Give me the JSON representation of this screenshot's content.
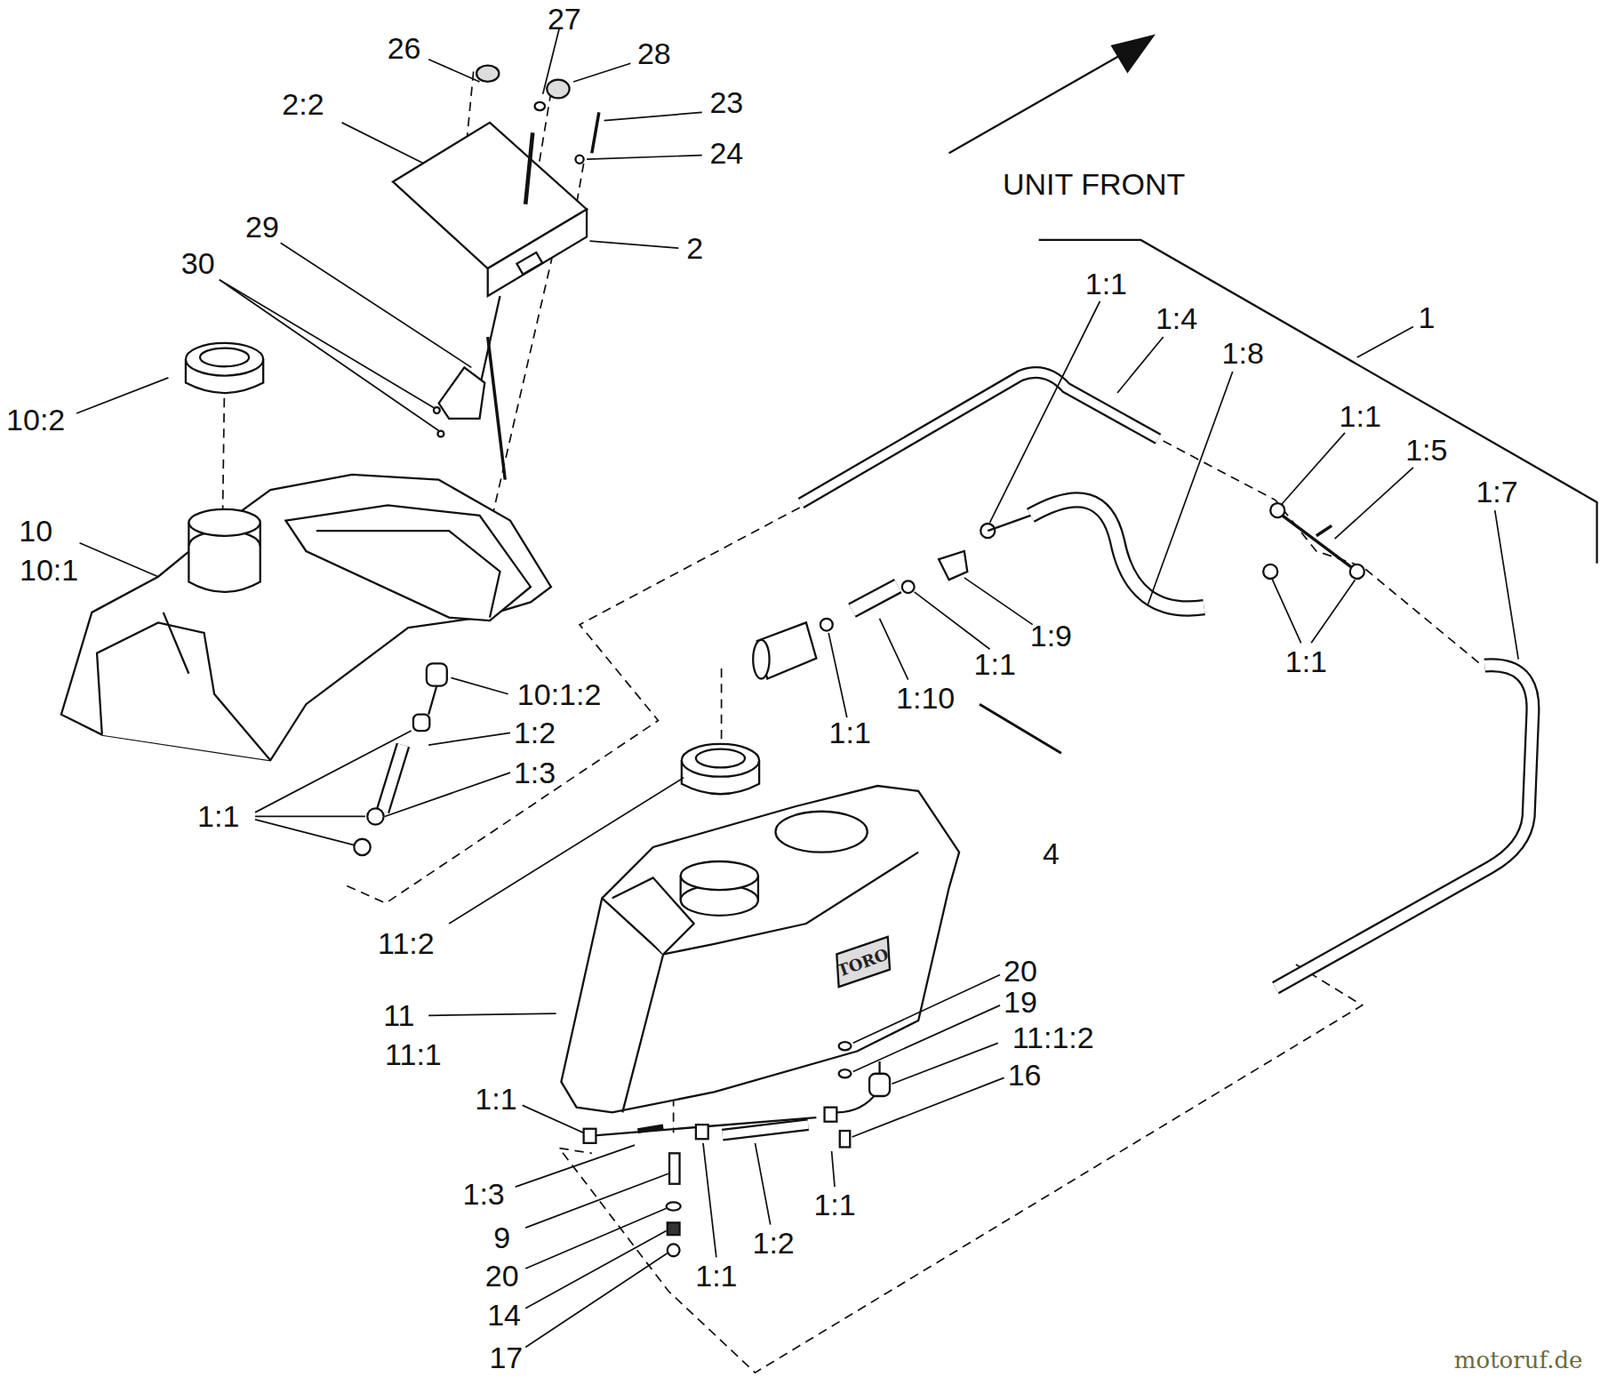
{
  "diagram": {
    "labels": [
      "26",
      "27",
      "28",
      "2:2",
      "23",
      "24",
      "29",
      "2",
      "30",
      "UNIT FRONT",
      "1:1",
      "1:4",
      "1:8",
      "1",
      "10:2",
      "1:1",
      "1:5",
      "1:7",
      "10",
      "10:1",
      "1:9",
      "1:1",
      "1:1",
      "10:1:2",
      "1:10",
      "1:2",
      "1:1",
      "1:3",
      "1:1",
      "4",
      "11:2",
      "TORO",
      "20",
      "19",
      "11",
      "11:1:2",
      "11:1",
      "16",
      "1:1",
      "1:3",
      "1:1",
      "9",
      "1:2",
      "20",
      "1:1",
      "14",
      "17",
      "motoruf.de"
    ]
  }
}
